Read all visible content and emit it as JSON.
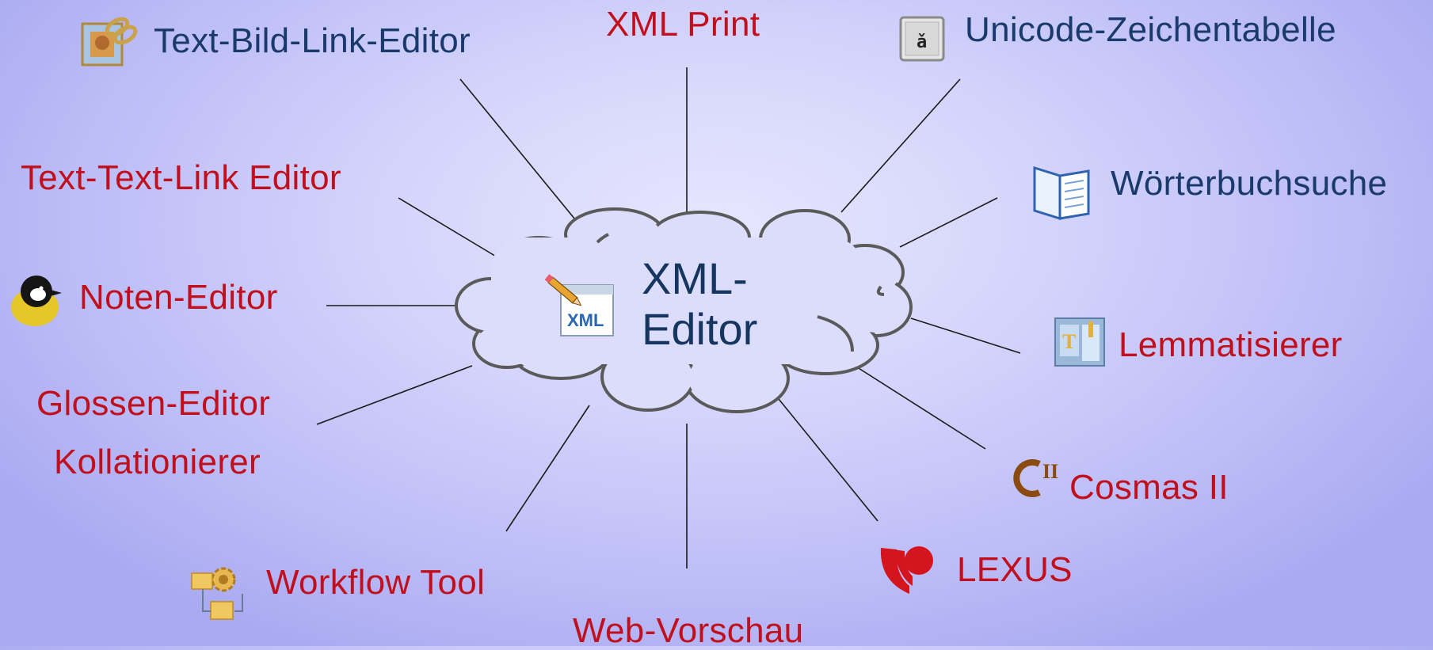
{
  "center": {
    "line1": "XML-",
    "line2": "Editor",
    "icon": "xml-document-pencil-icon"
  },
  "tools": [
    {
      "label": "Text-Bild-Link-Editor",
      "color": "#1a3a6b",
      "icon": "image-link-icon"
    },
    {
      "label": "XML Print",
      "color": "#c0101e",
      "icon": ""
    },
    {
      "label": "Unicode-Zeichentabelle",
      "color": "#1a3a6b",
      "icon": "character-table-icon"
    },
    {
      "label": "Text-Text-Link Editor",
      "color": "#c0101e",
      "icon": ""
    },
    {
      "label": "Wörterbuchsuche",
      "color": "#1a3a6b",
      "icon": "dictionary-book-icon"
    },
    {
      "label": "Noten-Editor",
      "color": "#c0101e",
      "icon": "bird-icon"
    },
    {
      "label": "Lemmatisierer",
      "color": "#c0101e",
      "icon": "lemmatizer-icon"
    },
    {
      "label": "Glossen-Editor",
      "color": "#c0101e",
      "icon": ""
    },
    {
      "label": "Kollationierer",
      "color": "#c0101e",
      "icon": ""
    },
    {
      "label": "Cosmas II",
      "color": "#c0101e",
      "icon": "cosmas-logo-icon"
    },
    {
      "label": "Workflow Tool",
      "color": "#c0101e",
      "icon": "workflow-gear-icon"
    },
    {
      "label": "LEXUS",
      "color": "#c0101e",
      "icon": "lexus-logo-icon"
    },
    {
      "label": "Web-Vorschau",
      "color": "#c0101e",
      "icon": ""
    }
  ]
}
